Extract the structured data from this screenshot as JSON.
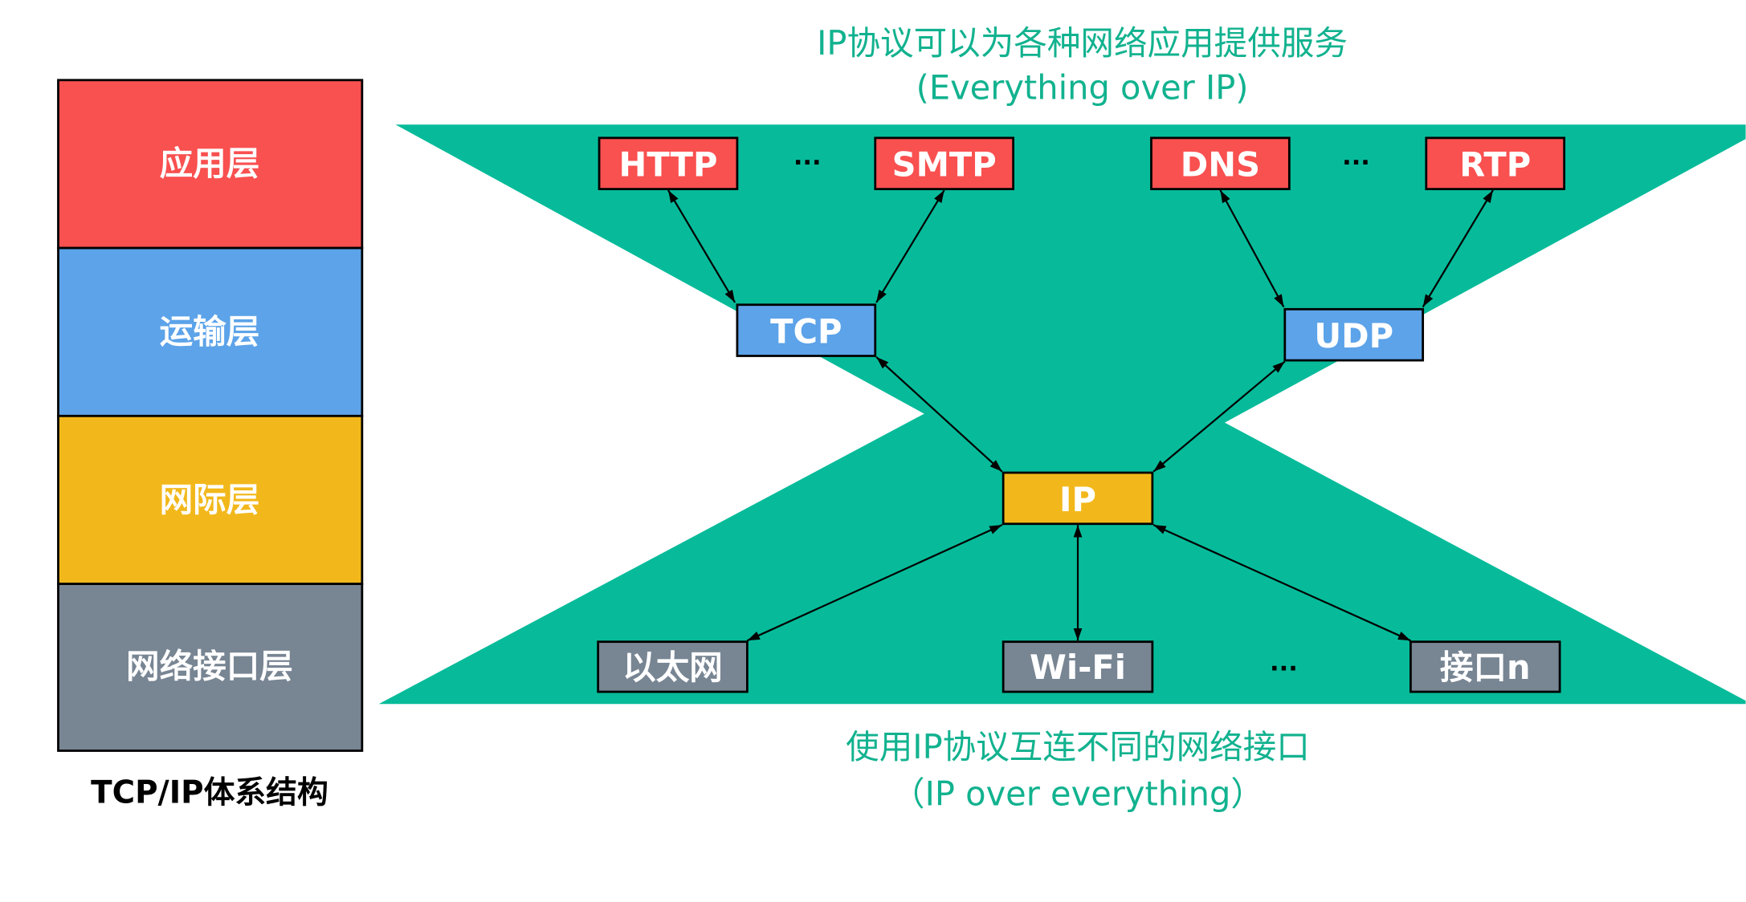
{
  "stack": {
    "layers": [
      {
        "label": "应用层",
        "color": "#f95050"
      },
      {
        "label": "运输层",
        "color": "#5ca3e9"
      },
      {
        "label": "网际层",
        "color": "#f2b81b"
      },
      {
        "label": "网络接口层",
        "color": "#788593"
      }
    ],
    "caption": "TCP/IP体系结构"
  },
  "top_text": {
    "line1": "IP协议可以为各种网络应用提供服务",
    "line2": "(Everything over IP)"
  },
  "bottom_text": {
    "line1": "使用IP协议互连不同的网络接口",
    "line2": "（IP over everything）"
  },
  "colors": {
    "hourglass": "#07bb9a",
    "app": "#f95050",
    "transport": "#5ca3e9",
    "internet": "#f2b81b",
    "link": "#788593"
  },
  "nodes": {
    "http": "HTTP",
    "smtp": "SMTP",
    "dns": "DNS",
    "rtp": "RTP",
    "tcp": "TCP",
    "udp": "UDP",
    "ip": "IP",
    "ethernet": "以太网",
    "wifi": "Wi-Fi",
    "iface_n": "接口n",
    "ellipsis": "..."
  }
}
